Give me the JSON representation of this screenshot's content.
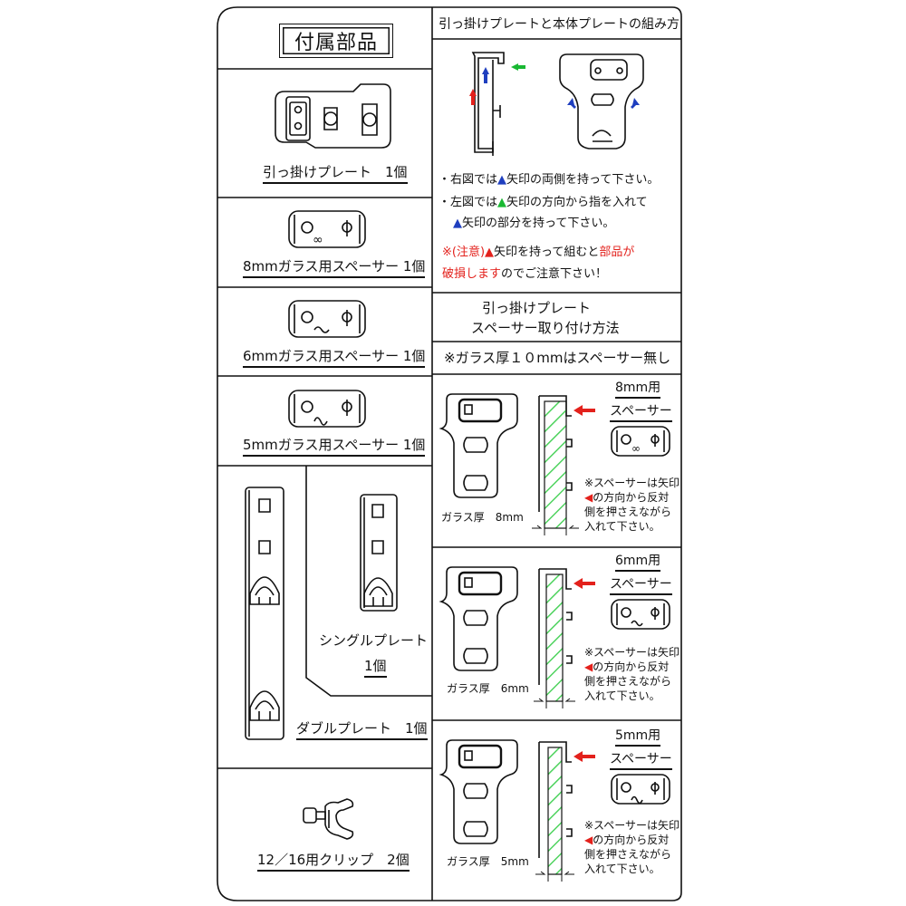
{
  "colors": {
    "line": "#111111",
    "red": "#e3211c",
    "blue": "#1f3fbf",
    "green": "#19b832",
    "glass": "#4fd35f"
  },
  "left": {
    "header": "付属部品",
    "hook_plate_label": "引っ掛けプレート　1個",
    "spacer8_label": "8mmガラス用スペーサー 1個",
    "spacer6_label": "6mmガラス用スペーサー 1個",
    "spacer5_label": "5mmガラス用スペーサー 1個",
    "single_plate_label": "シングルプレート",
    "single_plate_count": "1個",
    "double_plate_label": "ダブルプレート　1個",
    "clip_label": "12／16用クリップ　2個"
  },
  "right": {
    "assembly_title": "引っ掛けプレートと本体プレートの組み方",
    "note1_prefix": "・右図では",
    "note1_suffix": "矢印の両側を持って下さい。",
    "note2_prefix": "・左図では",
    "note2_suffix": "矢印の方向から指を入れて",
    "note3_suffix": "矢印の部分を持って下さい。",
    "warn_a": "※(注意)",
    "warn_b": "矢印を持って組むと",
    "warn_c": "部品が",
    "warn_d": "破損します",
    "warn_e": "のでご注意下さい！",
    "spacer_title_1": "引っ掛けプレート",
    "spacer_title_2": "スペーサー取り付け方法",
    "no_spacer": "※ガラス厚１０mmはスペーサー無し",
    "spacer_word": "スペーサー",
    "note_lines": [
      "※スペーサーは矢印",
      "の方向から反対",
      "側を押さえながら",
      "入れて下さい。"
    ],
    "panels": [
      {
        "size_label": "8mm用",
        "glass_label": "ガラス厚　8mm"
      },
      {
        "size_label": "6mm用",
        "glass_label": "ガラス厚　6mm"
      },
      {
        "size_label": "5mm用",
        "glass_label": "ガラス厚　5mm"
      }
    ]
  }
}
